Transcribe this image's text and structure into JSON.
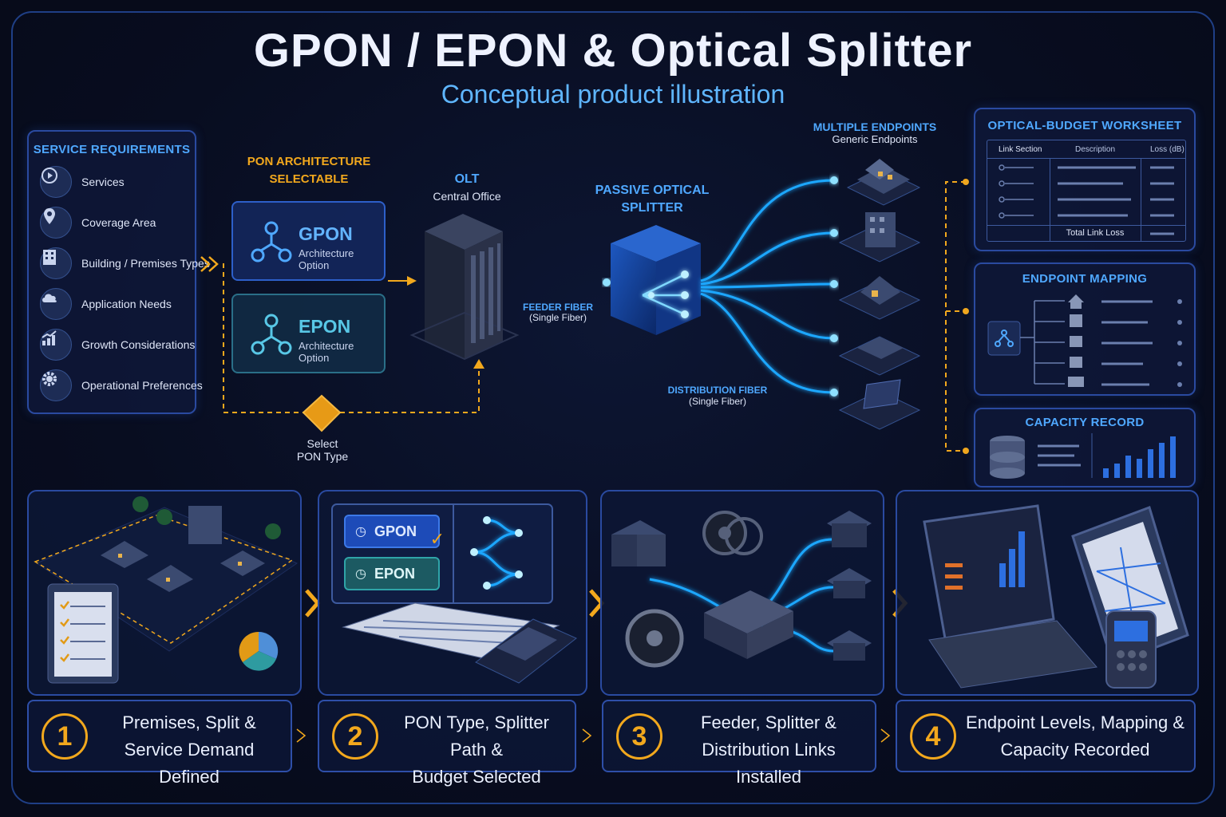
{
  "header": {
    "title": "GPON / EPON & Optical Splitter",
    "subtitle": "Conceptual product illustration"
  },
  "requirements": {
    "title": "SERVICE REQUIREMENTS",
    "items": [
      {
        "label": "Services",
        "icon": "play-icon"
      },
      {
        "label": "Coverage Area",
        "icon": "location-pin-icon"
      },
      {
        "label": "Building / Premises Types",
        "icon": "building-icon"
      },
      {
        "label": "Application Needs",
        "icon": "cloud-icon"
      },
      {
        "label": "Growth Considerations",
        "icon": "growth-chart-icon"
      },
      {
        "label": "Operational Preferences",
        "icon": "gear-icon"
      }
    ]
  },
  "architecture": {
    "title_line1": "PON ARCHITECTURE",
    "title_line2": "SELECTABLE",
    "options": [
      {
        "name": "GPON",
        "sub": "Architecture Option"
      },
      {
        "name": "EPON",
        "sub": "Architecture Option"
      }
    ],
    "decision_line1": "Select",
    "decision_line2": "PON Type"
  },
  "olt": {
    "title": "OLT",
    "sub": "Central Office"
  },
  "feeder": {
    "title": "FEEDER FIBER",
    "sub": "(Single Fiber)"
  },
  "splitter": {
    "line1": "PASSIVE OPTICAL",
    "line2": "SPLITTER"
  },
  "distribution": {
    "title": "DISTRIBUTION FIBER",
    "sub": "(Single Fiber)"
  },
  "endpoints": {
    "title": "MULTIPLE ENDPOINTS",
    "sub": "Generic Endpoints"
  },
  "worksheet": {
    "title": "OPTICAL-BUDGET WORKSHEET",
    "columns": [
      "Link Section",
      "Description",
      "Loss (dB)"
    ],
    "total": "Total Link Loss"
  },
  "mapping": {
    "title": "ENDPOINT MAPPING"
  },
  "capacity": {
    "title": "CAPACITY RECORD"
  },
  "step2": {
    "gpon": "GPON",
    "epon": "EPON"
  },
  "steps": [
    {
      "num": "1",
      "line1": "Premises, Split &",
      "line2": "Service Demand Defined"
    },
    {
      "num": "2",
      "line1": "PON Type, Splitter Path &",
      "line2": "Budget Selected"
    },
    {
      "num": "3",
      "line1": "Feeder, Splitter &",
      "line2": "Distribution Links Installed"
    },
    {
      "num": "4",
      "line1": "Endpoint Levels, Mapping &",
      "line2": "Capacity Recorded"
    }
  ],
  "colors": {
    "accent_blue": "#4fa8ff",
    "accent_orange": "#f2a81d",
    "fiber": "#1ea7ff"
  }
}
